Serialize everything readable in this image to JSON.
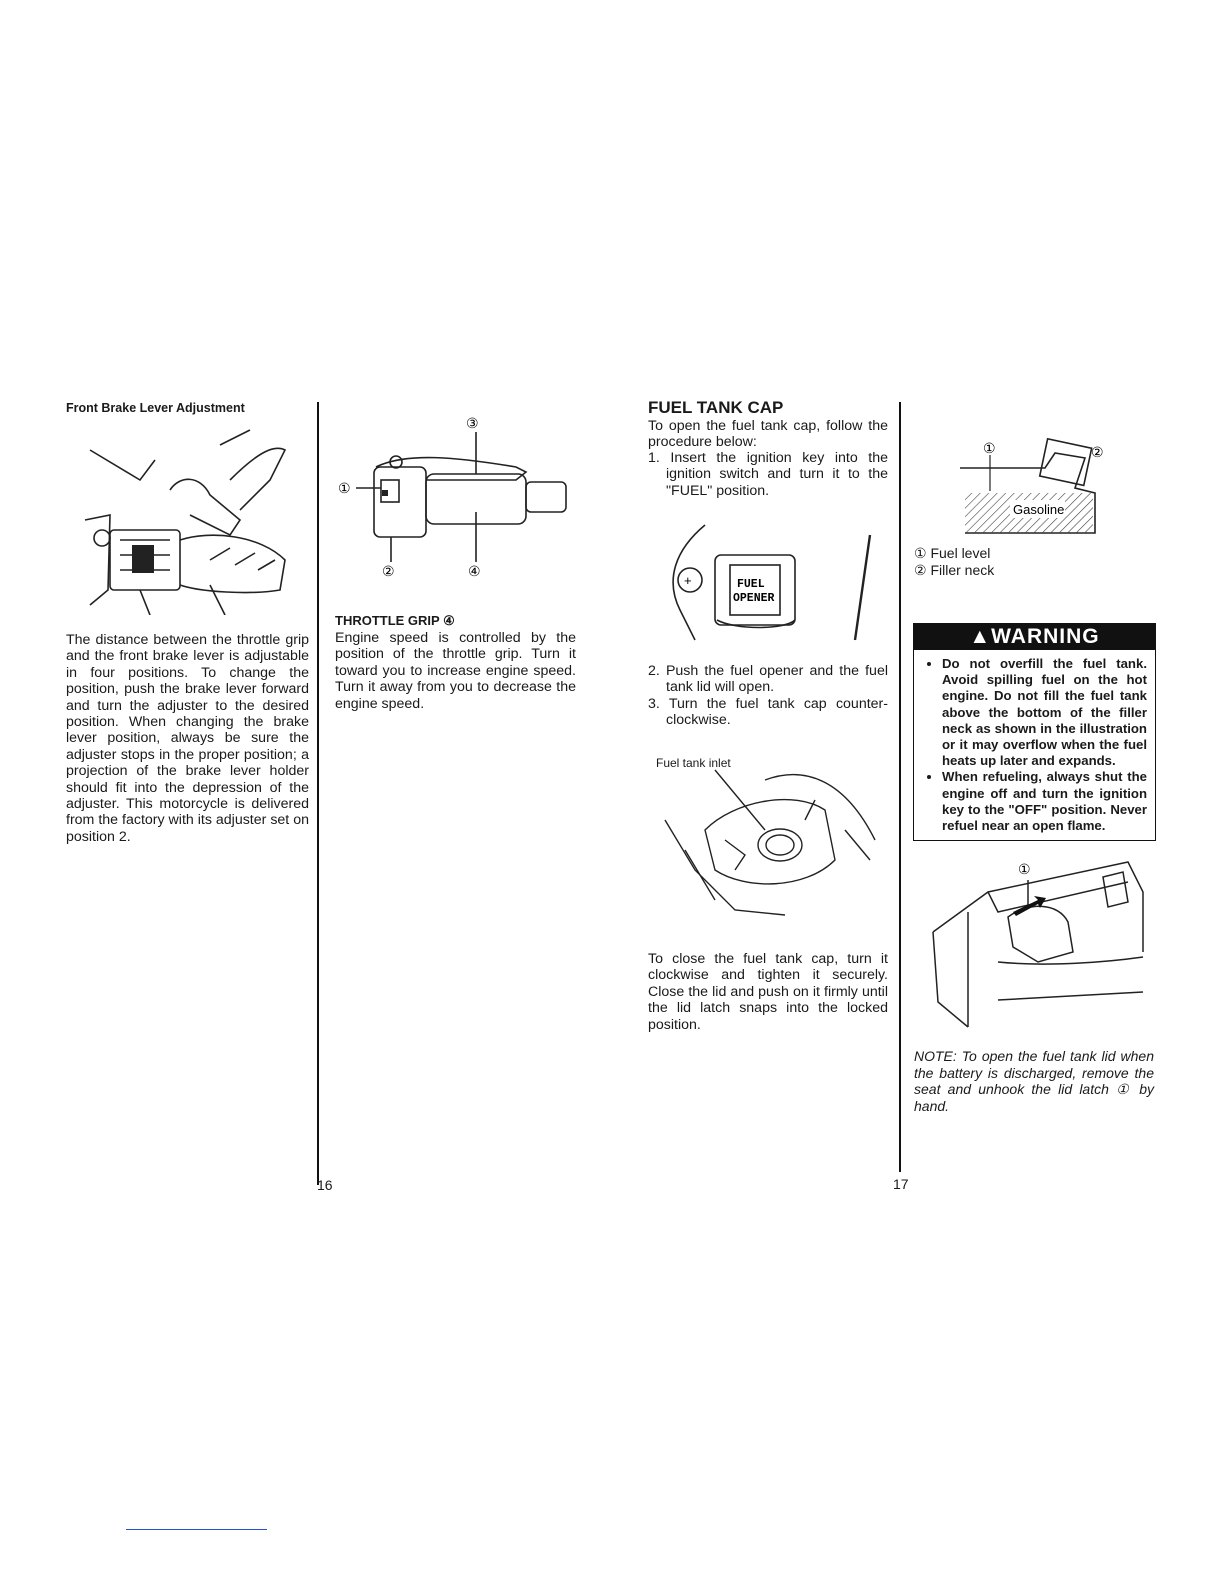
{
  "page_left": {
    "section_title": "Front Brake Lever Adjustment",
    "body": "The distance between the throttle grip and the front brake lever is adjustable in four positions. To change the position, push the brake lever forward and turn the adjuster to the desired position. When changing the brake lever position, always be sure the adjuster stops in the proper position; a projection of the brake lever holder should fit into the depression of the adjuster. This motorcycle is delivered from the factory with its adjuster set on position 2.",
    "figure_labels": [
      "①",
      "②",
      "③",
      "④"
    ],
    "throttle_heading": "THROTTLE GRIP ④",
    "throttle_body": "Engine speed is controlled by the position of the throttle grip. Turn it toward you to increase engine speed. Turn it away from you to decrease the engine speed.",
    "page_number": "16"
  },
  "page_right": {
    "section_title": "FUEL TANK CAP",
    "intro": "To open the fuel tank cap, follow the procedure below:",
    "steps": [
      "1. Insert the ignition key into the ignition switch and turn it to the \"FUEL\" position.",
      "2. Push the fuel opener and the fuel tank lid will open.",
      "3. Turn the fuel tank cap counter-clockwise."
    ],
    "opener_label_1": "FUEL",
    "opener_label_2": "OPENER",
    "inlet_label": "Fuel tank inlet",
    "close_text": "To close the fuel tank cap, turn it clockwise and tighten it securely. Close the lid and push on it firmly until the lid latch snaps into the locked position.",
    "tank_figure_label": "Gasoline",
    "tank_marker_1": "①",
    "tank_marker_2": "②",
    "legend": [
      "① Fuel level",
      "② Filler neck"
    ],
    "warning": {
      "heading": "WARNING",
      "items": [
        "Do not overfill the fuel tank. Avoid spilling fuel on the hot engine. Do not fill the fuel tank above the bottom of the filler neck as shown in the illustration or it may overflow when the fuel heats up later and expands.",
        "When refueling, always shut the engine off and turn the ignition key to the \"OFF\" position. Never refuel near an open flame."
      ]
    },
    "latch_marker": "①",
    "note": "NOTE: To open the fuel tank lid when the battery is discharged, remove the seat and unhook the lid latch ① by hand.",
    "page_number": "17"
  }
}
